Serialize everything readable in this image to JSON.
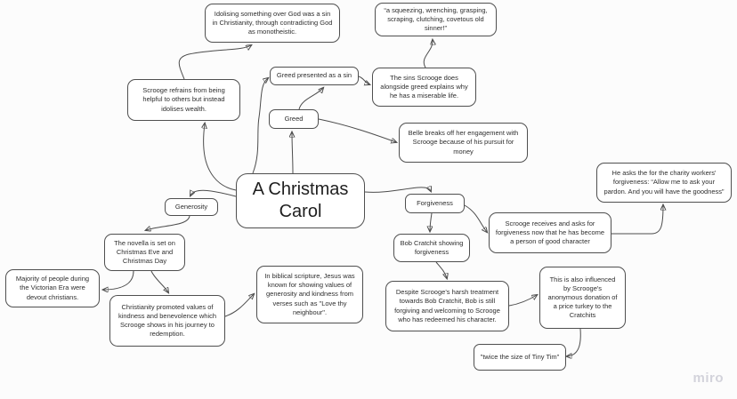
{
  "canvas": {
    "background": "#fcfcfc",
    "node_fill": "#ffffff",
    "node_border": "#4f4f4f",
    "connector_color": "#4c4c4c",
    "text_color": "#2e2e2e"
  },
  "watermark": {
    "label": "miro"
  },
  "nodes": [
    {
      "id": "carol",
      "text": "A Christmas Carol"
    },
    {
      "id": "idolising",
      "text": "Idolising something over God was a sin in Christianity, through contradicting God as monotheistic."
    },
    {
      "id": "sinner",
      "text": "“a squeezing, wrenching, grasping, scraping, clutching, covetous old sinner!”"
    },
    {
      "id": "refrains",
      "text": "Scrooge refrains from being helpful to others but instead idolises wealth."
    },
    {
      "id": "greed-sin",
      "text": "Greed presented as a sin"
    },
    {
      "id": "sins",
      "text": "The sins Scrooge does alongside greed explains why he has a miserable life."
    },
    {
      "id": "greed",
      "text": "Greed"
    },
    {
      "id": "belle",
      "text": "Belle breaks off her engagement with Scrooge because of his pursuit for money"
    },
    {
      "id": "asks",
      "text": "He asks the for the charity workers' forgiveness: “Allow me to ask your pardon. And you will have the goodness”"
    },
    {
      "id": "generosity",
      "text": "Generosity"
    },
    {
      "id": "forgiveness",
      "text": "Forgiveness"
    },
    {
      "id": "receives",
      "text": "Scrooge receives and asks for forgiveness now that he has become a person of good character"
    },
    {
      "id": "novella",
      "text": "The novella is set on Christmas Eve and Christmas Day"
    },
    {
      "id": "cratchit",
      "text": "Bob Cratchit showing forgiveness"
    },
    {
      "id": "majority",
      "text": "Majority of people during the Victorian Era were devout christians."
    },
    {
      "id": "biblical",
      "text": "In biblical scripture, Jesus was known for showing values of generosity and kindness from verses such as \"Love thy neighbour\"."
    },
    {
      "id": "christianity",
      "text": "Christianity promoted values of kindness and benevolence which Scrooge shows in his journey to redemption."
    },
    {
      "id": "despite",
      "text": "Despite Scrooge's harsh treatment towards Bob Cratchit, Bob is still forgiving and welcoming to Scrooge who has redeemed his character."
    },
    {
      "id": "influenced",
      "text": "This is also influenced by Scrooge's anonymous donation of a price turkey to the Cratchits"
    },
    {
      "id": "twice",
      "text": "\"twice the size of Tiny Tim\""
    }
  ],
  "edges": [
    {
      "from": "carol",
      "to": "greed"
    },
    {
      "from": "carol",
      "to": "greed-sin"
    },
    {
      "from": "carol",
      "to": "refrains"
    },
    {
      "from": "carol",
      "to": "generosity"
    },
    {
      "from": "carol",
      "to": "forgiveness"
    },
    {
      "from": "greed",
      "to": "greed-sin"
    },
    {
      "from": "greed",
      "to": "belle"
    },
    {
      "from": "greed-sin",
      "to": "sins"
    },
    {
      "from": "sins",
      "to": "sinner"
    },
    {
      "from": "refrains",
      "to": "idolising"
    },
    {
      "from": "generosity",
      "to": "novella"
    },
    {
      "from": "novella",
      "to": "majority"
    },
    {
      "from": "novella",
      "to": "christianity"
    },
    {
      "from": "christianity",
      "to": "biblical"
    },
    {
      "from": "forgiveness",
      "to": "receives"
    },
    {
      "from": "forgiveness",
      "to": "cratchit"
    },
    {
      "from": "receives",
      "to": "asks"
    },
    {
      "from": "cratchit",
      "to": "despite"
    },
    {
      "from": "despite",
      "to": "influenced"
    },
    {
      "from": "influenced",
      "to": "twice"
    }
  ]
}
